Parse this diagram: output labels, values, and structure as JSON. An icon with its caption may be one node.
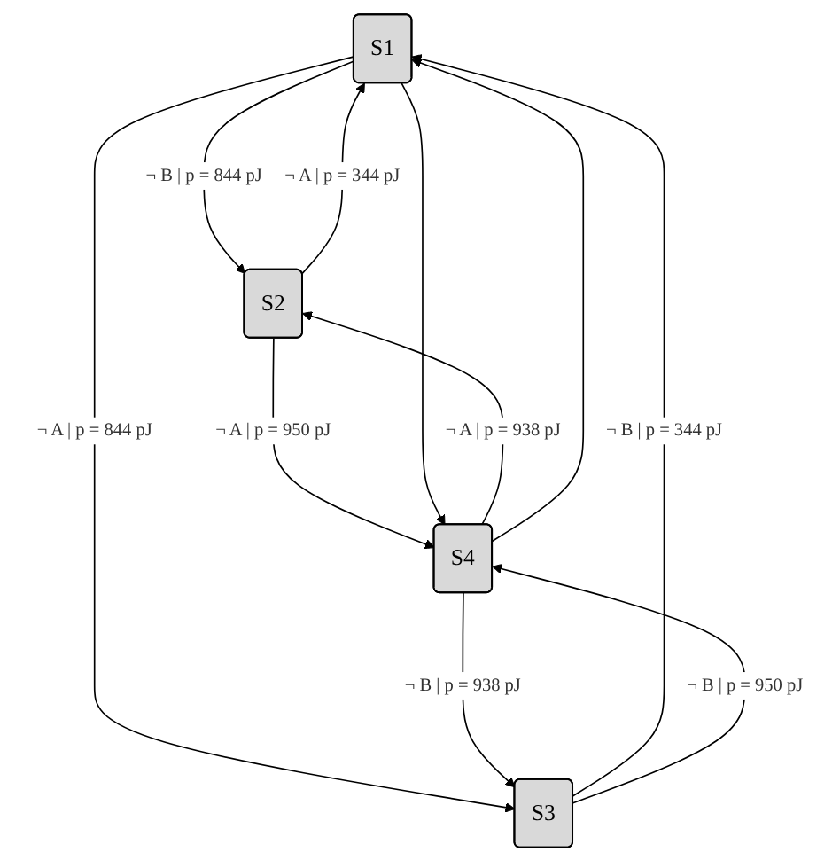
{
  "diagram": {
    "nodes": [
      {
        "text": [
          "S1"
        ]
      },
      {
        "text": [
          "S2"
        ]
      },
      {
        "text": [
          "S3"
        ]
      },
      {
        "text": [
          "S4"
        ]
      }
    ],
    "edges": [
      {
        "from": 0,
        "to": 1,
        "arrow": "to",
        "label": "¬ B | p = 844 pJ"
      },
      {
        "from": 1,
        "to": 0,
        "arrow": "to",
        "label": "¬ A | p = 344 pJ"
      },
      {
        "from": 0,
        "to": 2,
        "arrow": "to",
        "label": "¬ A | p = 844 pJ"
      },
      {
        "from": 2,
        "to": 0,
        "arrow": "to",
        "label": "¬ B | p = 344 pJ"
      },
      {
        "from": 1,
        "to": 3,
        "arrow": "to",
        "label": "¬ A | p = 950 pJ"
      },
      {
        "from": 3,
        "to": 1,
        "arrow": "to",
        "label": "¬ A | p = 938 pJ"
      },
      {
        "from": 2,
        "to": 3,
        "arrow": "to",
        "label": "¬ B | p = 950 pJ"
      },
      {
        "from": 3,
        "to": 2,
        "arrow": "to",
        "label": "¬ B | p = 938 pJ"
      },
      {
        "from": 3,
        "to": 0,
        "arrow": "to"
      },
      {
        "from": 0,
        "to": 3,
        "arrow": "to"
      }
    ]
  }
}
